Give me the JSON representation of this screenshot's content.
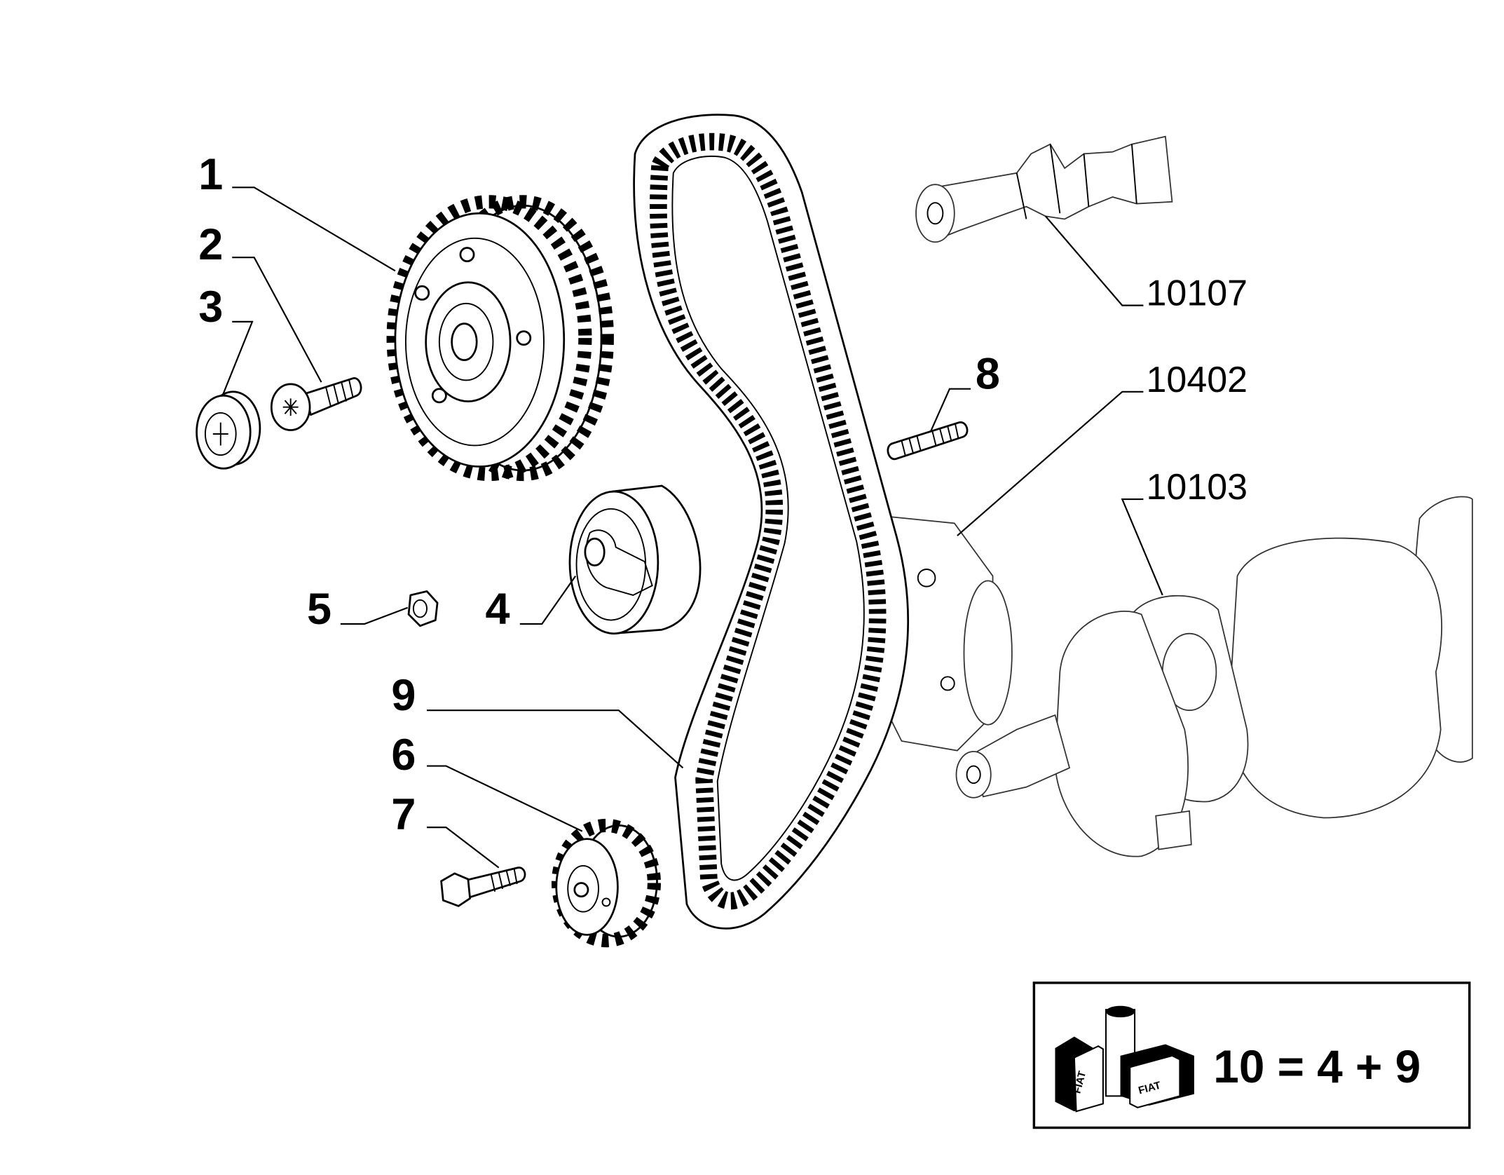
{
  "callouts": {
    "c1": "1",
    "c2": "2",
    "c3": "3",
    "c4": "4",
    "c5": "5",
    "c6": "6",
    "c7": "7",
    "c8": "8",
    "c9": "9",
    "c10107": "10107",
    "c10402": "10402",
    "c10103": "10103"
  },
  "kit_box": {
    "formula": "10 = 4 + 9",
    "badge_text": "FIAT"
  }
}
